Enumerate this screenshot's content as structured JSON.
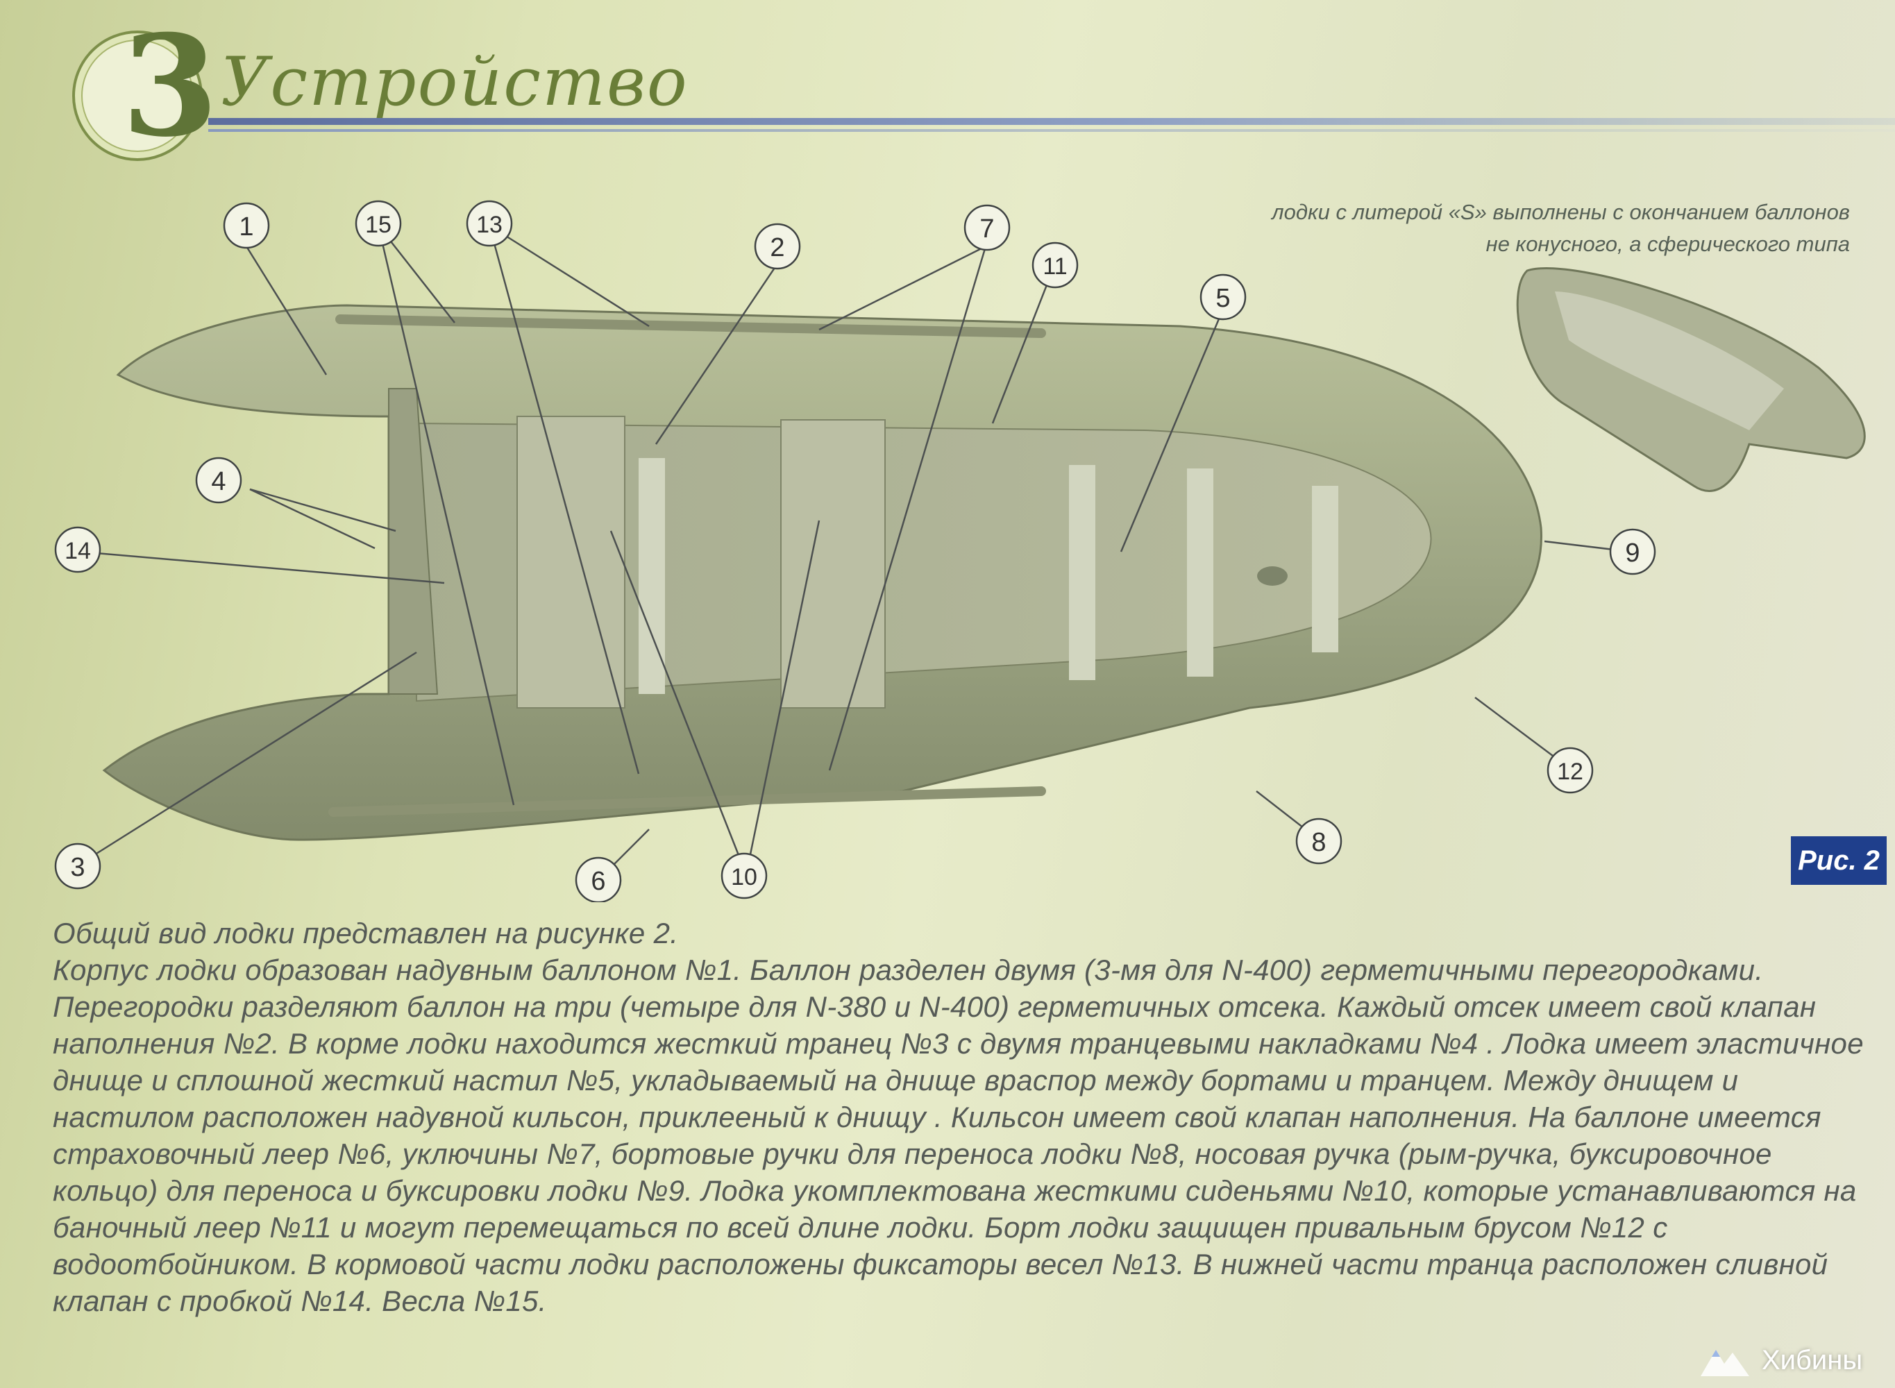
{
  "section": {
    "number": "3",
    "title": "Устройство"
  },
  "side_note": {
    "line1": "лодки с литерой «S» выполнены с окончанием баллонов",
    "line2": "не конусного, а сферического типа"
  },
  "figure": {
    "label": "Рис. 2",
    "callouts": [
      "1",
      "2",
      "3",
      "4",
      "5",
      "6",
      "7",
      "8",
      "9",
      "10",
      "11",
      "12",
      "13",
      "14",
      "15"
    ]
  },
  "body": {
    "p1": "Общий вид лодки представлен на рисунке 2.",
    "p2": "Корпус лодки образован надувным баллоном №1. Баллон разделен двумя (3-мя для N-400) герметичными перегородками. Перегородки разделяют баллон на три (четыре для N-380 и N-400) герметичных отсека. Каждый отсек имеет свой клапан наполнения №2. В корме лодки находится жесткий транец №3 с двумя транцевыми накладками №4 . Лодка имеет эластичное днище и сплошной жесткий настил №5, укладываемый на днище враспор между бортами и транцем. Между днищем и настилом расположен надувной кильсон, приклееный к днищу . Кильсон имеет свой клапан наполнения. На баллоне имеется страховочный леер №6, уключины №7, бортовые ручки для переноса лодки №8, носовая ручка (рым-ручка, буксировочное кольцо) для переноса и буксировки лодки №9. Лодка укомплектована жесткими сиденьями №10, которые устанавливаются на баночный леер №11 и могут перемещаться по всей длине лодки. Борт лодки защищен привальным брусом №12 с водоотбойником. В кормовой части лодки расположены фиксаторы весел №13.  В нижней части транца расположен сливной клапан с пробкой №14. Весла №15."
  },
  "watermark": {
    "text": "Хибины"
  }
}
